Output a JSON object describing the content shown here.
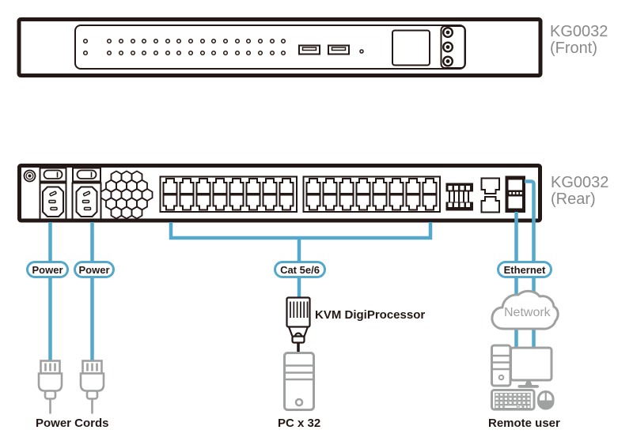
{
  "diagram": {
    "device_front": {
      "model": "KG0032",
      "view_label": "(Front)"
    },
    "device_rear": {
      "model": "KG0032",
      "view_label": "(Rear)"
    },
    "cables": {
      "power_label_1": "Power",
      "power_label_2": "Power",
      "cat_label": "Cat 5e/6",
      "ethernet_label": "Ethernet"
    },
    "nodes": {
      "network_label": "Network",
      "kvm_digiprocessor_label": "KVM DigiProcessor",
      "pc_label": "PC x 32",
      "power_cords_label": "Power Cords",
      "remote_user_label": "Remote user"
    },
    "colors": {
      "outline_dark": "#231815",
      "cable_blue": "#54A8CB",
      "device_gray": "#9FA0A0",
      "title_gray": "#898989"
    }
  }
}
